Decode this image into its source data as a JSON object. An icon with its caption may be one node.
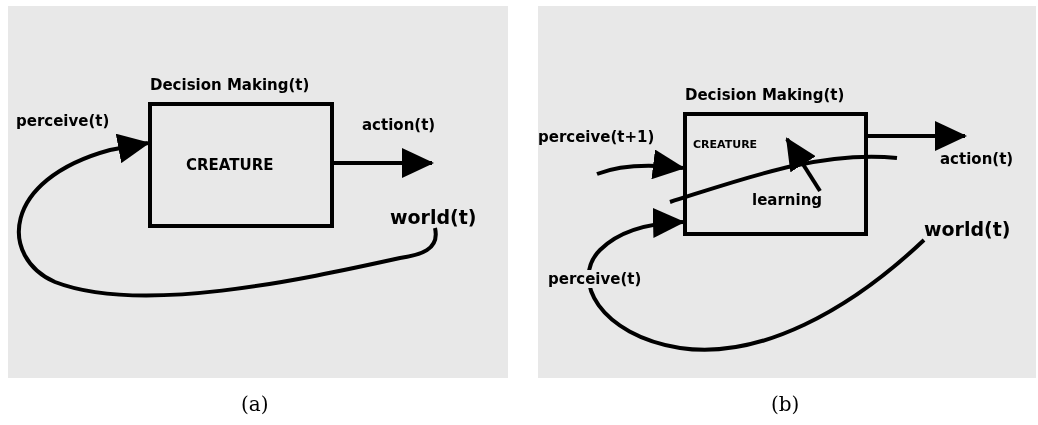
{
  "diagram": {
    "nodes": [
      {
        "text": [
          "Decision Making(t)",
          "CREATURE"
        ]
      },
      {
        "text": [
          "world(t)"
        ]
      },
      {
        "text": [
          "Decision Making(t)",
          "CREATURE"
        ]
      },
      {
        "text": [
          "learning"
        ],
        "in": 2
      },
      {
        "text": [
          "world(t)"
        ]
      }
    ],
    "edges": [
      {
        "from": 1,
        "to": 0,
        "arrow": "to",
        "label": "perceive(t)"
      },
      {
        "from": 0,
        "to": null,
        "arrow": "to",
        "label": "action(t)"
      },
      {
        "from": null,
        "to": 2,
        "arrow": "to",
        "label": "perceive(t+1)"
      },
      {
        "from": 4,
        "to": 2,
        "arrow": "to",
        "label": "perceive(t)"
      },
      {
        "from": 3,
        "to": null,
        "arrow": "to"
      },
      {
        "from": 2,
        "to": null,
        "arrow": "to",
        "label": "action(t)"
      }
    ],
    "labels": [
      "(a)",
      "(b)"
    ]
  }
}
